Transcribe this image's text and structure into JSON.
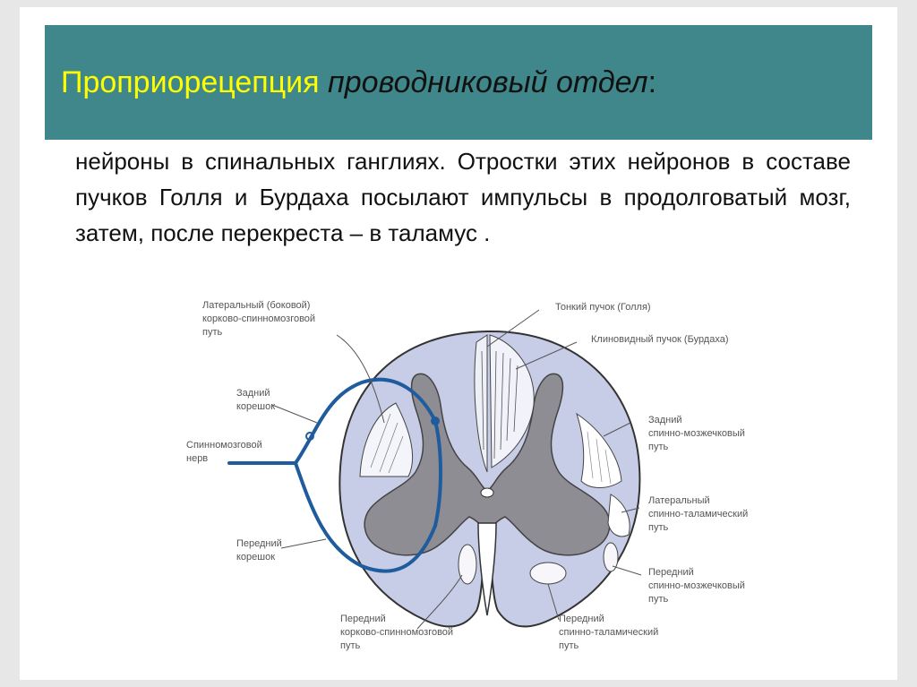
{
  "title": {
    "main": "Проприорецепция",
    "italic": "проводниковый отдел",
    "colon": ":"
  },
  "body": "нейроны в спинальных ганглиях. Отростки этих нейронов в составе пучков Голля и Бурдаха посылают импульсы в продолговатый мозг, затем, после перекреста – в таламус .",
  "labels": {
    "lat_cort_1": "Латеральный (боковой)",
    "lat_cort_2": "корково-спинномозговой",
    "lat_cort_3": "путь",
    "post_root_1": "Задний",
    "post_root_2": "корешок",
    "spinal_nerve_1": "Спинномозговой",
    "spinal_nerve_2": "нерв",
    "ant_root_1": "Передний",
    "ant_root_2": "корешок",
    "ant_cort_1": "Передний",
    "ant_cort_2": "корково-спинномозговой",
    "ant_cort_3": "путь",
    "goll_1": "Тонкий пучок (Голля)",
    "burdach_1": "Клиновидный пучок (Бурдаха)",
    "post_sc_1": "Задний",
    "post_sc_2": "спинно-мозжечковый",
    "post_sc_3": "путь",
    "lat_st_1": "Латеральный",
    "lat_st_2": "спинно-таламический",
    "lat_st_3": "путь",
    "ant_sc_1": "Передний",
    "ant_sc_2": "спинно-мозжечковый",
    "ant_sc_3": "путь",
    "ant_st_1": "Передний",
    "ant_st_2": "спинно-таламический",
    "ant_st_3": "путь"
  },
  "colors": {
    "title_bar": "#3f878a",
    "title_text": "#ffff00",
    "white_matter": "#c7cde6",
    "gray_matter": "#8d8d93",
    "nerve_blue": "#1f5c9e"
  }
}
